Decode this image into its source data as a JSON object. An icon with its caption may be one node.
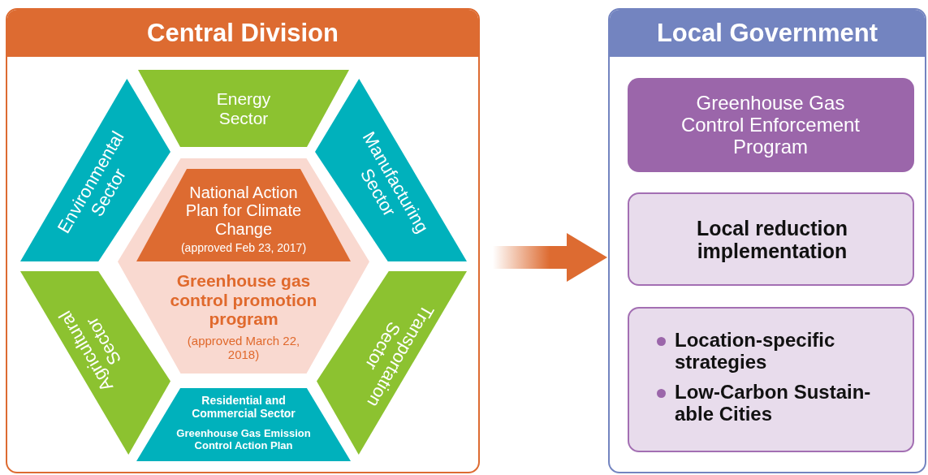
{
  "diagram": {
    "nodes": [
      {
        "text": [
          "Central Division"
        ]
      },
      {
        "text": [
          "Energy Sector"
        ],
        "in": 0
      },
      {
        "text": [
          "Environmental Sector"
        ],
        "in": 0
      },
      {
        "text": [
          "Manufacturing Sector"
        ],
        "in": 0
      },
      {
        "text": [
          "Greenhouse gas control promotion program",
          "(approved March 22, 2018)"
        ],
        "in": 0
      },
      {
        "text": [
          "National Action Plan for Climate Change",
          "(approved Feb 23, 2017)"
        ],
        "in": 4
      },
      {
        "text": [
          "Agricultural Sector"
        ],
        "in": 0
      },
      {
        "text": [
          "Transportation Sector"
        ],
        "in": 0
      },
      {
        "text": [
          "Residential and Commercial Sector",
          "Greenhouse Gas Emission Control Action Plan"
        ],
        "in": 0
      },
      {
        "text": [
          "Local Government"
        ]
      },
      {
        "text": [
          "Greenhouse Gas Control Enforcement Program"
        ],
        "in": 9
      },
      {
        "text": [
          "Local reduction implementation"
        ],
        "in": 9
      },
      {
        "text": [
          "Location-specific strategies",
          "Low-Carbon Sustain- able Cities"
        ],
        "in": 9
      }
    ],
    "edges": [
      {
        "from": 0,
        "to": 9,
        "arrow": "to",
        "style": "thick",
        "color": "#dd6b31"
      }
    ]
  }
}
